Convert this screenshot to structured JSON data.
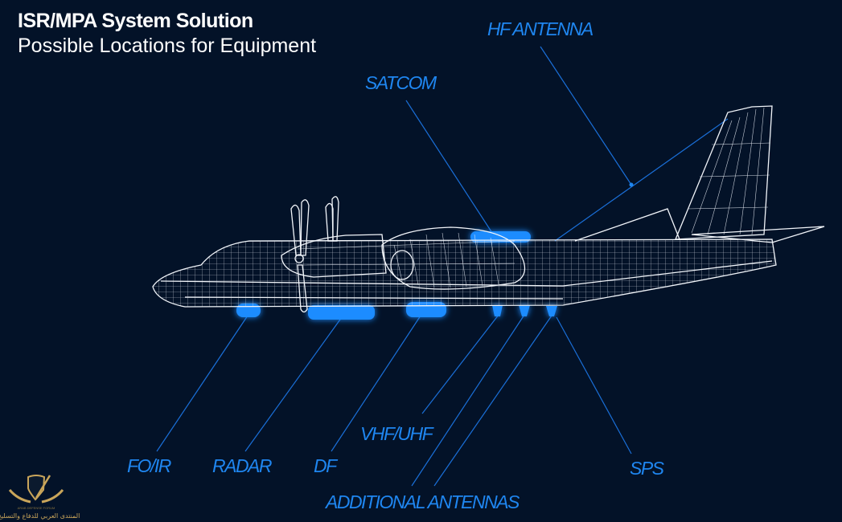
{
  "title": "ISR/MPA System Solution",
  "subtitle": "Possible Locations for Equipment",
  "labels": {
    "hf_antenna": "HF ANTENNA",
    "satcom": "SATCOM",
    "fo_ir": "FO/IR",
    "radar": "RADAR",
    "df": "DF",
    "vhf_uhf": "VHF/UHF",
    "additional_antennas": "ADDITIONAL ANTENNAS",
    "sps": "SPS"
  },
  "logo": {
    "name_en": "ARAB DEFENSE FORUM",
    "name_ar": "المنتدى العربي للدفاع والتسليح"
  },
  "colors": {
    "background": "#031228",
    "accent": "#1f86f0",
    "wire": "#f2f5fa",
    "logo_gold": "#c9a55a"
  }
}
